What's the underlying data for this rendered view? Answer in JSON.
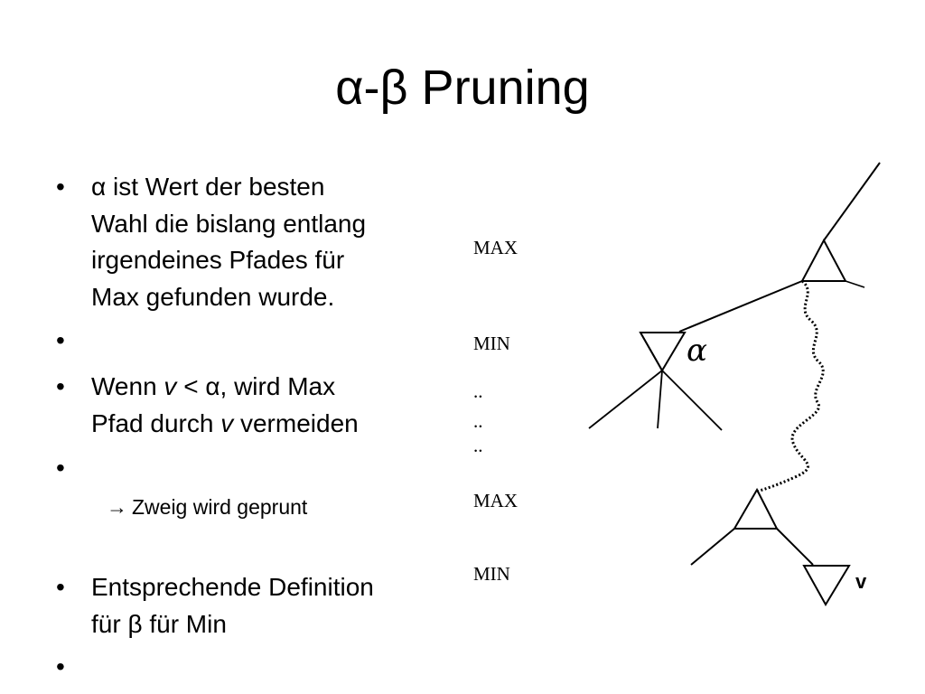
{
  "slide": {
    "title": "α-β Pruning"
  },
  "bullets": {
    "b1_lines": [
      "α ist Wert der besten",
      "Wahl die bislang entlang",
      "irgendeines Pfades für",
      "Max gefunden wurde."
    ],
    "b3_l1_pre": "Wenn ",
    "b3_l1_var": "v",
    "b3_l1_post": " < α, wird Max",
    "b3_l2_pre": "Pfad durch ",
    "b3_l2_var": "v",
    "b3_l2_post": " vermeiden",
    "sub_arrow": "→",
    "sub_text": "Zweig wird geprunt",
    "b5_lines": [
      "Entsprechende Definition",
      "für β für Min"
    ],
    "marker": "•"
  },
  "diagram": {
    "levels": [
      "MAX",
      "MIN",
      "..",
      "..",
      "..",
      "MAX",
      "MIN"
    ],
    "alpha_label": "α",
    "v_label": "v"
  }
}
